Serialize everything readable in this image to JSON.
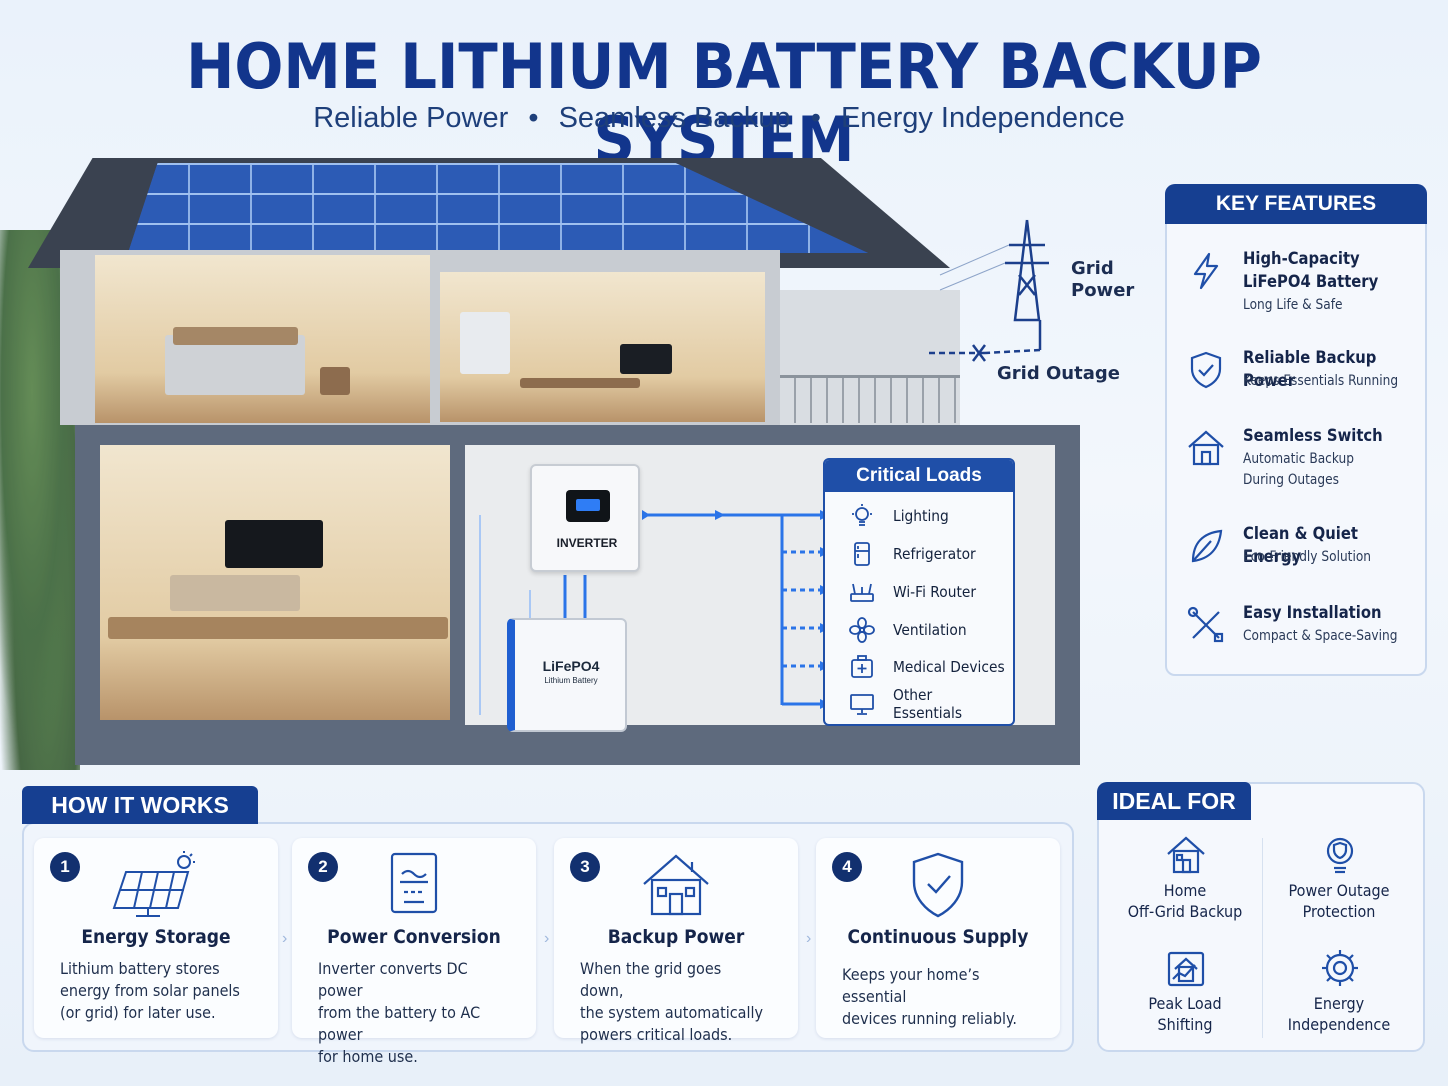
{
  "header": {
    "title": "HOME LITHIUM BATTERY BACKUP SYSTEM",
    "subtitle_parts": [
      "Reliable Power",
      "Seamless Backup",
      "Energy Independence"
    ],
    "separator": "•"
  },
  "scene": {
    "inverter_label": "INVERTER",
    "battery_label": "LiFePO4",
    "battery_sublabel": "Lithium Battery",
    "grid_power": "Grid\nPower",
    "grid_power_line1": "Grid",
    "grid_power_line2": "Power",
    "grid_outage": "Grid Outage"
  },
  "critical_loads": {
    "title": "Critical Loads",
    "items": [
      {
        "label": "Lighting",
        "icon": "lightbulb-icon"
      },
      {
        "label": "Refrigerator",
        "icon": "refrigerator-icon"
      },
      {
        "label": "Wi-Fi Router",
        "icon": "router-icon"
      },
      {
        "label": "Ventilation",
        "icon": "fan-icon"
      },
      {
        "label": "Medical Devices",
        "icon": "medical-kit-icon"
      },
      {
        "label": "Other Essentials",
        "icon": "monitor-icon"
      }
    ]
  },
  "key_features": {
    "title": "KEY FEATURES",
    "items": [
      {
        "title_l1": "High-Capacity",
        "title_l2": "LiFePO4 Battery",
        "desc_l1": "Long Life & Safe",
        "desc_l2": "",
        "icon": "lightning-icon"
      },
      {
        "title_l1": "Reliable Backup Power",
        "title_l2": "",
        "desc_l1": "Keeps Essentials Running",
        "desc_l2": "",
        "icon": "shield-check-icon"
      },
      {
        "title_l1": "Seamless Switch",
        "title_l2": "",
        "desc_l1": "Automatic Backup",
        "desc_l2": "During Outages",
        "icon": "house-icon"
      },
      {
        "title_l1": "Clean & Quiet Energy",
        "title_l2": "",
        "desc_l1": "Eco-Friendly Solution",
        "desc_l2": "",
        "icon": "leaf-icon"
      },
      {
        "title_l1": "Easy Installation",
        "title_l2": "",
        "desc_l1": "Compact & Space-Saving",
        "desc_l2": "",
        "icon": "tools-icon"
      }
    ]
  },
  "how_it_works": {
    "title": "HOW IT WORKS",
    "steps": [
      {
        "num": "1",
        "title": "Energy Storage",
        "desc_l1": "Lithium battery stores",
        "desc_l2": "energy from solar panels",
        "desc_l3": "(or grid) for later use.",
        "icon": "solar-panel-icon"
      },
      {
        "num": "2",
        "title": "Power Conversion",
        "desc_l1": "Inverter converts DC power",
        "desc_l2": "from the battery to AC power",
        "desc_l3": "for home use.",
        "icon": "inverter-icon"
      },
      {
        "num": "3",
        "title": "Backup Power",
        "desc_l1": "When the grid goes down,",
        "desc_l2": "the system automatically",
        "desc_l3": "powers critical loads.",
        "icon": "house-icon"
      },
      {
        "num": "4",
        "title": "Continuous Supply",
        "desc_l1": "Keeps your home’s essential",
        "desc_l2": "devices running reliably.",
        "desc_l3": "",
        "icon": "shield-check-icon"
      }
    ]
  },
  "ideal_for": {
    "title": "IDEAL FOR",
    "items": [
      {
        "l1": "Home",
        "l2": "Off-Grid Backup",
        "icon": "house-icon"
      },
      {
        "l1": "Power Outage",
        "l2": "Protection",
        "icon": "bulb-shield-icon"
      },
      {
        "l1": "Peak Load",
        "l2": "Shifting",
        "icon": "chart-house-icon"
      },
      {
        "l1": "Energy",
        "l2": "Independence",
        "icon": "gear-bulb-icon"
      }
    ]
  },
  "colors": {
    "title_blue": "#12358c",
    "header_blue": "#163f91",
    "accent_blue": "#1f5fd1"
  }
}
